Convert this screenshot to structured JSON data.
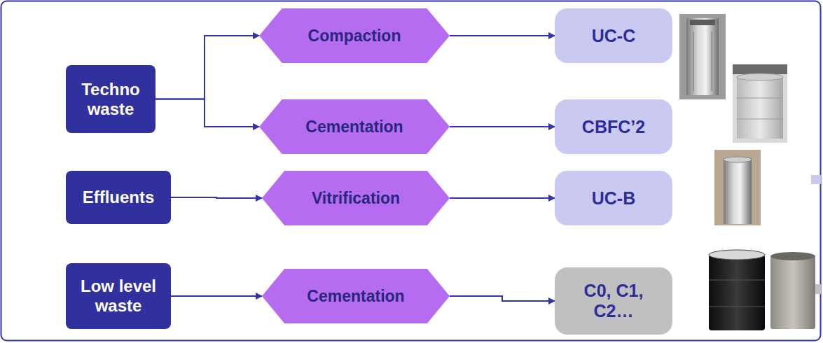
{
  "diagram": {
    "nodes": [
      {
        "text": [
          "Techno waste"
        ]
      },
      {
        "text": [
          "Compaction"
        ]
      },
      {
        "text": [
          "UC-C"
        ]
      },
      {
        "text": [
          "Cementation"
        ]
      },
      {
        "text": [
          "CBFC’2"
        ]
      },
      {
        "text": [
          "Effluents"
        ]
      },
      {
        "text": [
          "Vitrification"
        ]
      },
      {
        "text": [
          "UC-B"
        ]
      },
      {
        "text": [
          "Low level waste"
        ]
      },
      {
        "text": [
          "Cementation"
        ]
      },
      {
        "text": [
          "C0, C1, C2…"
        ]
      }
    ],
    "edges": [
      {
        "from": 0,
        "to": 1,
        "arrow": "to"
      },
      {
        "from": 0,
        "to": 3,
        "arrow": "to"
      },
      {
        "from": 1,
        "to": 2,
        "arrow": "to"
      },
      {
        "from": 3,
        "to": 4,
        "arrow": "to"
      },
      {
        "from": 5,
        "to": 6,
        "arrow": "to"
      },
      {
        "from": 6,
        "to": 7,
        "arrow": "to"
      },
      {
        "from": 8,
        "to": 9,
        "arrow": "to"
      },
      {
        "from": 9,
        "to": 10,
        "arrow": "to"
      }
    ]
  }
}
